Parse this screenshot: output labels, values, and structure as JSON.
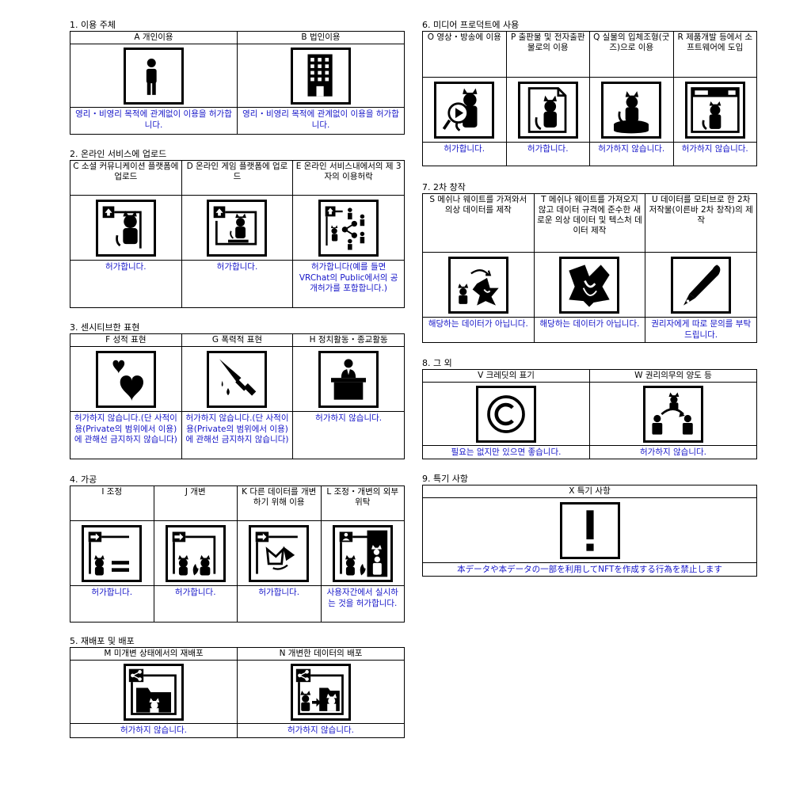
{
  "sections": {
    "s1": {
      "title": "1. 이용 주체",
      "cols": [
        {
          "header": "A 개인이용",
          "icon": "person-icon",
          "footer": "영리・비영리 목적에 관계없이 이용을 허가합니다."
        },
        {
          "header": "B 법인이용",
          "icon": "building-icon",
          "footer": "영리・비영리 목적에 관계없이 이용을 허가합니다."
        }
      ]
    },
    "s2": {
      "title": "2. 온라인 서비스에 업로드",
      "cols": [
        {
          "header": "C 소셜 커뮤니케이션 플랫폼에 업로드",
          "icon": "upload-avatar-icon",
          "footer": "허가합니다."
        },
        {
          "header": "D 온라인 게임 플랫폼에 업로드",
          "icon": "upload-game-icon",
          "footer": "허가합니다."
        },
        {
          "header": "E 온라인 서비스내에서의 제 3자의 이용허락",
          "icon": "upload-share-icon",
          "footer": "허가합니다(예를 들면 VRChat의 Public에서의 공개허가를 포함합니다.)"
        }
      ]
    },
    "s3": {
      "title": "3. 센시티브한 표현",
      "cols": [
        {
          "header": "F 성적 표현",
          "icon": "hearts-icon",
          "footer": "허가하지 않습니다.(단 사적이용(Private의 범위에서 이용)에 관해선 금지하지 않습니다)"
        },
        {
          "header": "G 폭력적 표현",
          "icon": "knife-icon",
          "footer": "허가하지 않습니다.(단 사적이용(Private의 범위에서 이용)에 관해선 금지하지 않습니다)"
        },
        {
          "header": "H 정치활동・종교활동",
          "icon": "podium-icon",
          "footer": "허가하지 않습니다."
        }
      ]
    },
    "s4": {
      "title": "4. 가공",
      "cols": [
        {
          "header": "I 조정",
          "icon": "adjust-icon",
          "footer": "허가합니다."
        },
        {
          "header": "J 개변",
          "icon": "modify-icon",
          "footer": "허가합니다."
        },
        {
          "header": "K 다른 데이터를 개변하기 위해 이용",
          "icon": "other-data-icon",
          "footer": "허가합니다."
        },
        {
          "header": "L 조정・개변의 외부위탁",
          "icon": "outsource-icon",
          "footer": "사용자간에서 실시하는 것을 허가합니다."
        }
      ]
    },
    "s5": {
      "title": "5. 재배포 및 배포",
      "cols": [
        {
          "header": "M 미개변 상태에서의 재배포",
          "icon": "share-folder-icon",
          "footer": "허가하지 않습니다."
        },
        {
          "header": "N 개변한 데이터의 배포",
          "icon": "share-modified-icon",
          "footer": "허가하지 않습니다."
        }
      ]
    },
    "s6": {
      "title": "6. 미디어 프로덕트에 사용",
      "cols": [
        {
          "header": "O 영상・방송에 이용",
          "icon": "video-icon",
          "footer": "허가합니다."
        },
        {
          "header": "P 출판물 및 전자출판물로의 이용",
          "icon": "document-icon",
          "footer": "허가합니다."
        },
        {
          "header": "Q 실물의 입체조형(굿즈)으로 이용",
          "icon": "figure-icon",
          "footer": "허가하지 않습니다."
        },
        {
          "header": "R 제품개발 등에서 소프트웨어에 도입",
          "icon": "software-icon",
          "footer": "허가하지 않습니다."
        }
      ]
    },
    "s7": {
      "title": "7. 2차 창작",
      "cols": [
        {
          "header": "S 메쉬나 웨이트를 가져와서 의상 데이터를 제작",
          "icon": "cloth-from-icon",
          "footer": "해당하는 데이터가 아닙니다."
        },
        {
          "header": "T 메쉬나 웨이트를 가져오지 않고 데이터 규격에 준수한 새로운 의상 데이터 및 텍스처 데이터 제작",
          "icon": "cloth-icon",
          "footer": "해당하는 데이터가 아닙니다."
        },
        {
          "header": "U 데이터를 모티브로 한 2차 저작물(이른바 2차 창작)의 제작",
          "icon": "pen-icon",
          "footer": "권리자에게 따로 문의를 부탁드립니다."
        }
      ]
    },
    "s8": {
      "title": "8. 그 외",
      "cols": [
        {
          "header": "V 크레딧의 표기",
          "icon": "copyright-icon",
          "footer": "필요는 없지만 있으면 좋습니다."
        },
        {
          "header": "W 권리의무의 양도 등",
          "icon": "transfer-icon",
          "footer": "허가하지 않습니다."
        }
      ]
    },
    "s9": {
      "title": "9. 특기 사항",
      "cols": [
        {
          "header": "X 특기 사항",
          "icon": "exclamation-icon",
          "footer": "本データや本データの一部を利用してNFTを作成する行為を禁止します"
        }
      ]
    }
  },
  "colors": {
    "footer_text": "#1414c8",
    "border": "#000000"
  }
}
